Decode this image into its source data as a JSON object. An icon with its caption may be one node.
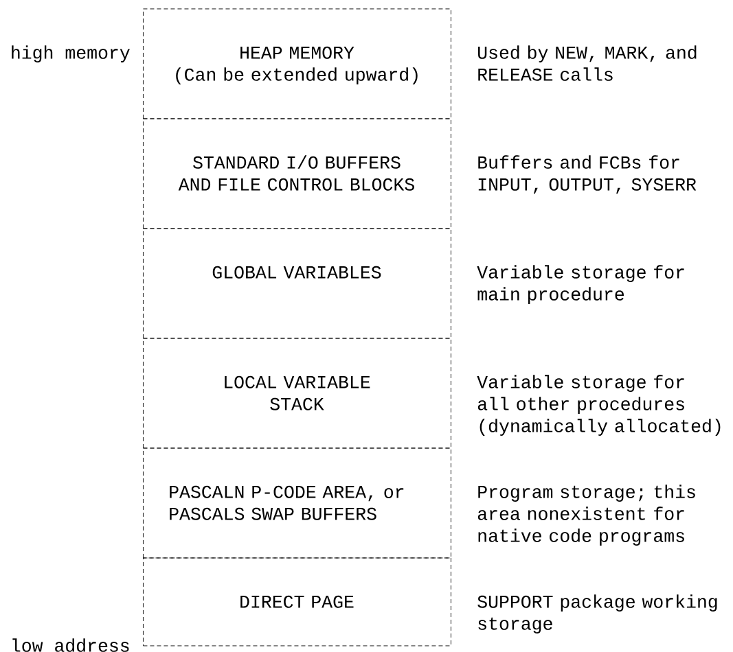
{
  "diagram": {
    "nodes": [
      {
        "text": [
          "HEAP MEMORY",
          "(Can be extended upward)"
        ],
        "beside": [
          "Used by NEW, MARK, and RELEASE calls"
        ]
      },
      {
        "text": [
          "STANDARD I/O BUFFERS AND FILE CONTROL BLOCKS"
        ],
        "beside": [
          "Buffers and FCBs for INPUT, OUTPUT, SYSERR"
        ]
      },
      {
        "text": [
          "GLOBAL VARIABLES"
        ],
        "beside": [
          "Variable storage for main procedure"
        ]
      },
      {
        "text": [
          "LOCAL VARIABLE STACK"
        ],
        "beside": [
          "Variable storage for all other procedures (dynamically allocated)"
        ]
      },
      {
        "text": [
          "PASCALN P-CODE AREA, or PASCALS SWAP BUFFERS"
        ],
        "beside": [
          "Program storage; this area nonexistent for native code programs"
        ]
      },
      {
        "text": [
          "DIRECT PAGE"
        ],
        "beside": [
          "SUPPORT package working storage"
        ]
      }
    ],
    "labels": [
      "high memory",
      "low address"
    ]
  }
}
